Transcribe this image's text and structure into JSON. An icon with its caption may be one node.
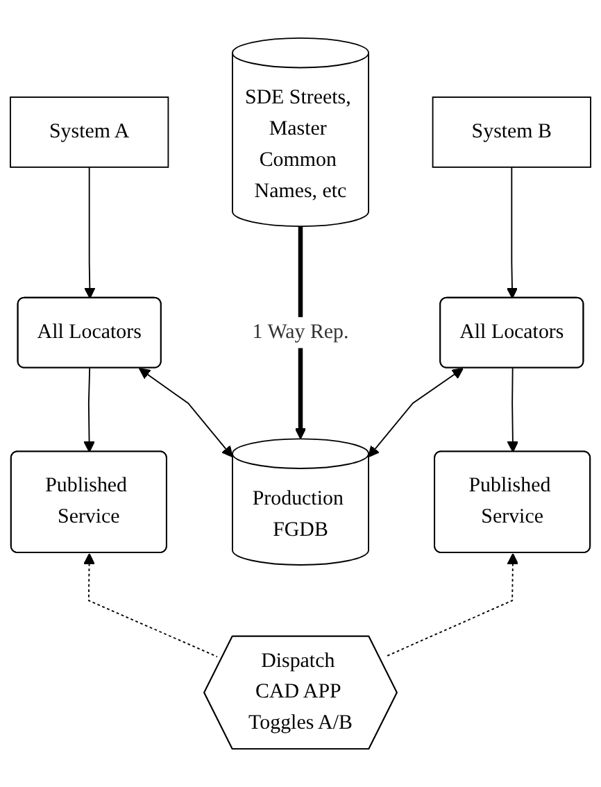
{
  "diagram": {
    "nodes": [
      {
        "text": [
          "System A"
        ]
      },
      {
        "text": [
          "SDE Streets, Master Common Names, etc"
        ]
      },
      {
        "text": [
          "System B"
        ]
      },
      {
        "text": [
          "All Locators"
        ]
      },
      {
        "text": [
          "All Locators"
        ]
      },
      {
        "text": [
          "Production FGDB"
        ]
      },
      {
        "text": [
          "Published Service"
        ]
      },
      {
        "text": [
          "Published Service"
        ]
      },
      {
        "text": [
          "Dispatch CAD APP Toggles A/B"
        ]
      }
    ],
    "edges": [
      {
        "from": 0,
        "to": 3,
        "arrow": "to"
      },
      {
        "from": 2,
        "to": 4,
        "arrow": "to"
      },
      {
        "from": 3,
        "to": 6,
        "arrow": "to"
      },
      {
        "from": 4,
        "to": 7,
        "arrow": "to"
      },
      {
        "from": 3,
        "to": 5,
        "arrow": "both"
      },
      {
        "from": 1,
        "to": 5,
        "arrow": "to",
        "label": "1 Way Rep.",
        "style": "thick"
      },
      {
        "from": 4,
        "to": 5,
        "arrow": "both"
      },
      {
        "from": 8,
        "to": 6,
        "arrow": "to",
        "style": "dashed"
      },
      {
        "from": 8,
        "to": 7,
        "arrow": "to",
        "style": "dashed"
      }
    ]
  }
}
